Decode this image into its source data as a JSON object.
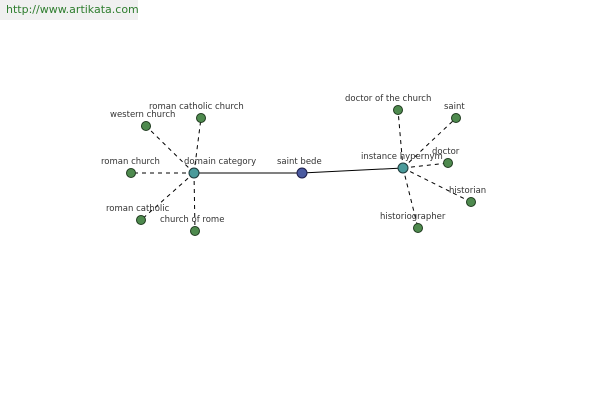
{
  "watermark": {
    "text": "http://www.artikata.com"
  },
  "graph": {
    "nodes": [
      {
        "id": "saint-bede",
        "label": "saint bede",
        "kind": "center"
      },
      {
        "id": "domain-category",
        "label": "domain category",
        "kind": "hub"
      },
      {
        "id": "instance-hypernym",
        "label": "instance hypernym",
        "kind": "hub"
      },
      {
        "id": "roman-catholic-church",
        "label": "roman catholic church",
        "kind": "leaf"
      },
      {
        "id": "western-church",
        "label": "western church",
        "kind": "leaf"
      },
      {
        "id": "roman-church",
        "label": "roman church",
        "kind": "leaf"
      },
      {
        "id": "roman-catholic",
        "label": "roman catholic",
        "kind": "leaf"
      },
      {
        "id": "church-of-rome",
        "label": "church of rome",
        "kind": "leaf"
      },
      {
        "id": "doctor-of-the-church",
        "label": "doctor of the church",
        "kind": "leaf"
      },
      {
        "id": "saint",
        "label": "saint",
        "kind": "leaf"
      },
      {
        "id": "doctor",
        "label": "doctor",
        "kind": "leaf"
      },
      {
        "id": "historian",
        "label": "historian",
        "kind": "leaf"
      },
      {
        "id": "historiographer",
        "label": "historiographer",
        "kind": "leaf"
      }
    ],
    "edges": [
      {
        "from": "saint-bede",
        "to": "domain-category",
        "style": "solid"
      },
      {
        "from": "saint-bede",
        "to": "instance-hypernym",
        "style": "solid"
      },
      {
        "from": "domain-category",
        "to": "roman-catholic-church",
        "style": "dashed"
      },
      {
        "from": "domain-category",
        "to": "western-church",
        "style": "dashed"
      },
      {
        "from": "domain-category",
        "to": "roman-church",
        "style": "dashed"
      },
      {
        "from": "domain-category",
        "to": "roman-catholic",
        "style": "dashed"
      },
      {
        "from": "domain-category",
        "to": "church-of-rome",
        "style": "dashed"
      },
      {
        "from": "instance-hypernym",
        "to": "doctor-of-the-church",
        "style": "dashed"
      },
      {
        "from": "instance-hypernym",
        "to": "saint",
        "style": "dashed"
      },
      {
        "from": "instance-hypernym",
        "to": "doctor",
        "style": "dashed"
      },
      {
        "from": "instance-hypernym",
        "to": "historian",
        "style": "dashed"
      },
      {
        "from": "instance-hypernym",
        "to": "historiographer",
        "style": "dashed"
      }
    ]
  }
}
